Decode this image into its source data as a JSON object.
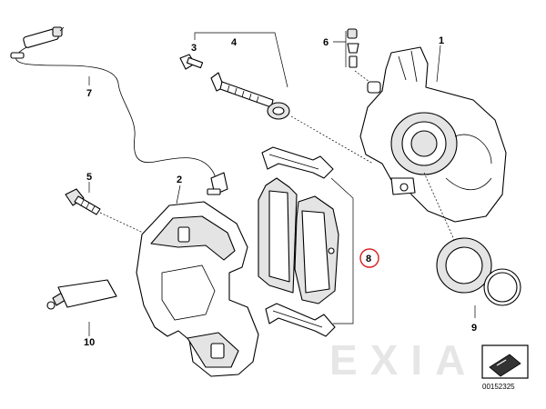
{
  "callouts": {
    "n1": "1",
    "n2": "2",
    "n3": "3",
    "n4": "4",
    "n5": "5",
    "n6": "6",
    "n7": "7",
    "n8": "8",
    "n9": "9",
    "n10": "10"
  },
  "highlight": {
    "callout": "8",
    "color": "#d81e1e"
  },
  "watermark": "EXIA",
  "diagram_code": "00152325"
}
